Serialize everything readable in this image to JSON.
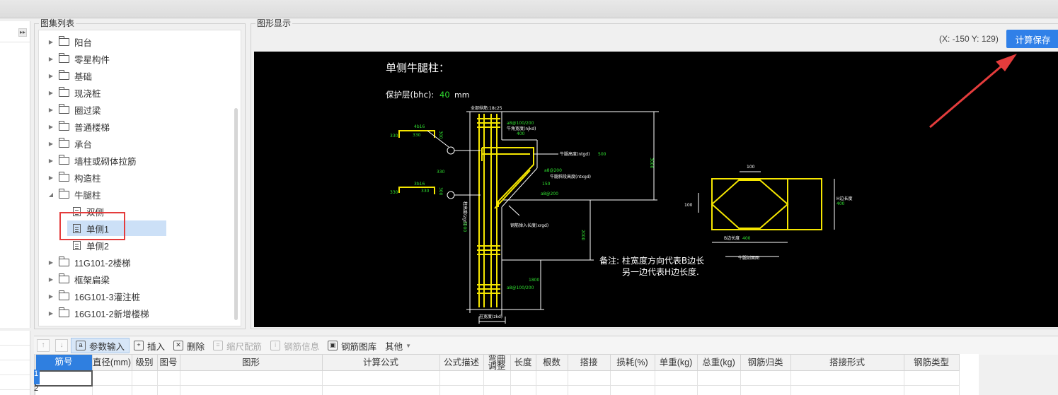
{
  "atlas_list": {
    "title": "图集列表",
    "items": [
      {
        "label": "阳台",
        "type": "folder",
        "expanded": false
      },
      {
        "label": "零星构件",
        "type": "folder",
        "expanded": false
      },
      {
        "label": "基础",
        "type": "folder",
        "expanded": false
      },
      {
        "label": "现浇桩",
        "type": "folder",
        "expanded": false
      },
      {
        "label": "圈过梁",
        "type": "folder",
        "expanded": false
      },
      {
        "label": "普通楼梯",
        "type": "folder",
        "expanded": false
      },
      {
        "label": "承台",
        "type": "folder",
        "expanded": false
      },
      {
        "label": "墙柱或砌体拉筋",
        "type": "folder",
        "expanded": false
      },
      {
        "label": "构造柱",
        "type": "folder",
        "expanded": false
      },
      {
        "label": "牛腿柱",
        "type": "folder",
        "expanded": true
      },
      {
        "label": "双侧",
        "type": "leaf"
      },
      {
        "label": "单侧1",
        "type": "leaf",
        "selected": true
      },
      {
        "label": "单侧2",
        "type": "leaf"
      },
      {
        "label": "11G101-2楼梯",
        "type": "folder",
        "expanded": false
      },
      {
        "label": "框架扁梁",
        "type": "folder",
        "expanded": false
      },
      {
        "label": "16G101-3灌注桩",
        "type": "folder",
        "expanded": false
      },
      {
        "label": "16G101-2新增楼梯",
        "type": "folder",
        "expanded": false
      }
    ]
  },
  "display": {
    "title": "图形显示",
    "coords": "(X: -150 Y: 129)",
    "save_button": "计算保存"
  },
  "drawing": {
    "heading": "单侧牛腿柱：",
    "cover_label": "保护层(bhc):",
    "cover_value": "40",
    "cover_unit": "mm",
    "labels": {
      "all_long_bars": "全部纵筋:18c25",
      "stirrup_top": "a8@100/200",
      "bracket_width": "牛角宽度(njkd)",
      "bracket_width_val": "400",
      "bracket_height": "牛腿高度(ntgd)",
      "bracket_height_val": "500",
      "bevel_height": "牛腿斜段高度(ntxgd)",
      "stirrup_mid": "a8@200",
      "dim_150": "150",
      "stirrup_mid2": "a8@200",
      "anchor_length": "钢筋弹入长度(xrgd)",
      "dim_3000": "3000",
      "dim_2000": "2000",
      "dim_1800": "1800",
      "stirrup_bottom": "a8@100/200",
      "column_width": "柱宽度(zkd)",
      "column_height": "柱高度(zgd)",
      "column_height_val": "3000",
      "bar1_spec": "4b16",
      "bar1_len": "330",
      "bar1_leg": "300",
      "bar2_spec": "3b16",
      "bar2_len": "330",
      "bar2_leg": "300",
      "dim_330_a": "330",
      "dim_330_b": "330",
      "dim_330_c": "330",
      "section_100_top": "100",
      "section_100_left": "100",
      "section_b_len": "B边长度",
      "section_b_val": "400",
      "section_h_len": "H边长度",
      "section_h_val": "400",
      "section_bracket": "牛腿剖面图"
    },
    "note_line1": "备注: 柱宽度方向代表B边长",
    "note_line2": "另一边代表H边长度."
  },
  "toolbar": {
    "param_input": "参数输入",
    "insert": "插入",
    "delete": "删除",
    "scale_bars": "缩尺配筋",
    "bar_info": "钢筋信息",
    "bar_library": "钢筋图库",
    "other": "其他"
  },
  "table": {
    "headers": [
      "筋号",
      "直径(mm)",
      "级别",
      "图号",
      "图形",
      "计算公式",
      "公式描述",
      "弯曲调整",
      "长度",
      "根数",
      "搭接",
      "损耗(%)",
      "单重(kg)",
      "总重(kg)",
      "钢筋归类",
      "搭接形式",
      "钢筋类型"
    ],
    "row_numbers": [
      "1",
      "2"
    ]
  },
  "colors": {
    "accent": "#3080e8",
    "highlight_box": "#e43c3c",
    "drawing_yellow": "#f5e600",
    "drawing_green": "#30e030"
  }
}
